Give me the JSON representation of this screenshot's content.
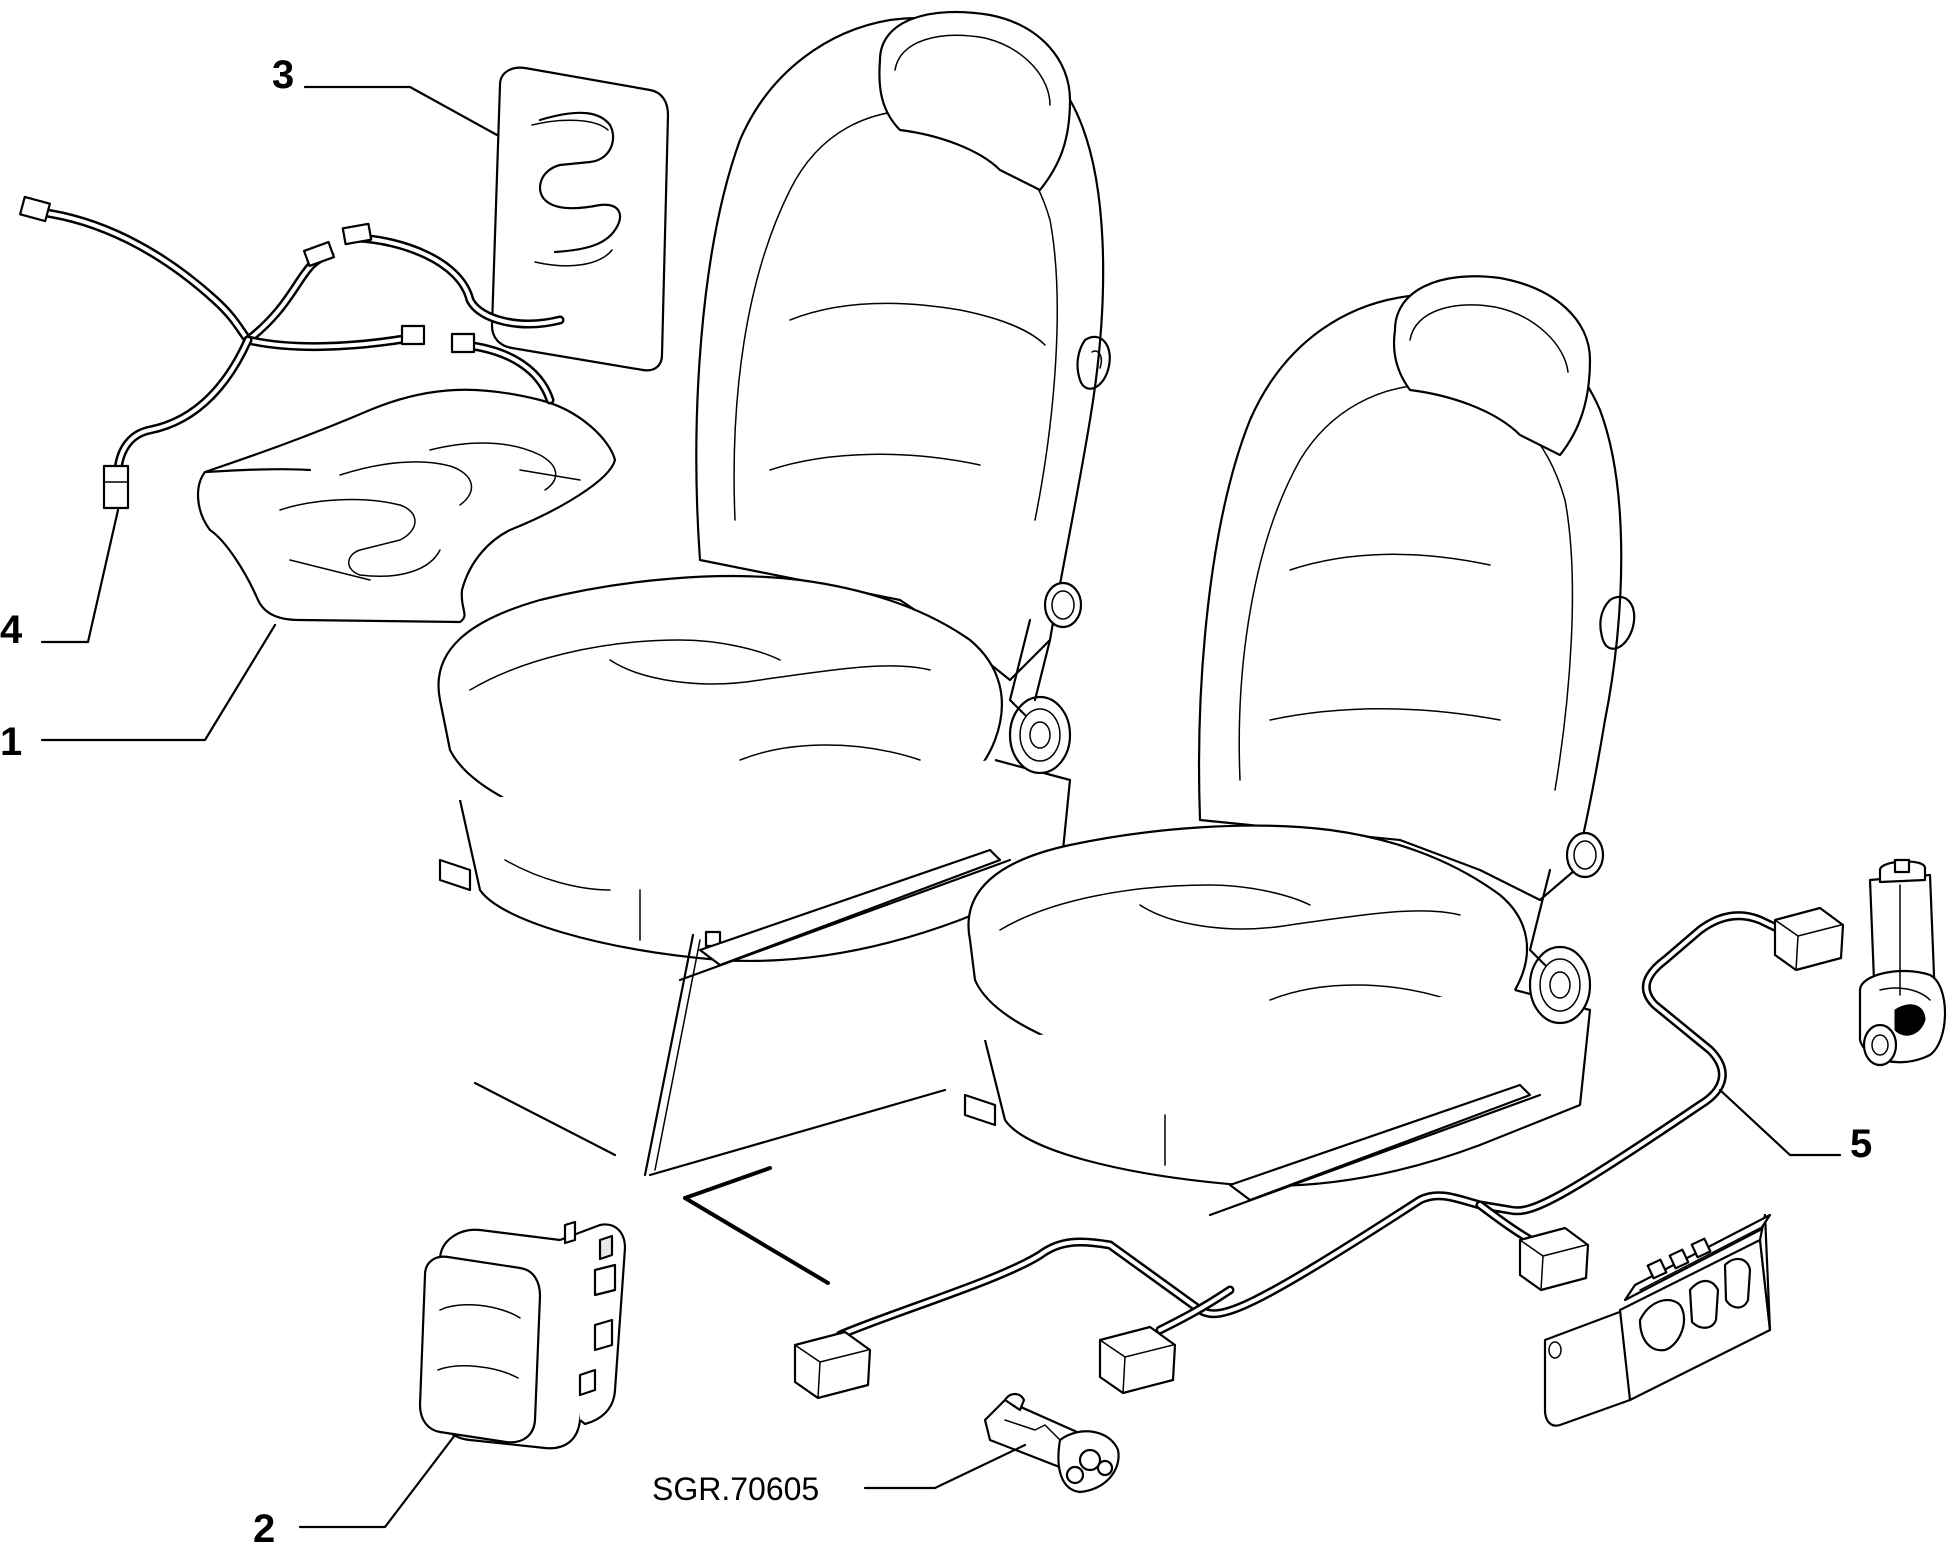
{
  "diagram": {
    "callouts": [
      {
        "id": "1",
        "label": "1"
      },
      {
        "id": "2",
        "label": "2"
      },
      {
        "id": "3",
        "label": "3"
      },
      {
        "id": "4",
        "label": "4"
      },
      {
        "id": "5",
        "label": "5"
      }
    ],
    "reference_code": "SGR.70605"
  }
}
